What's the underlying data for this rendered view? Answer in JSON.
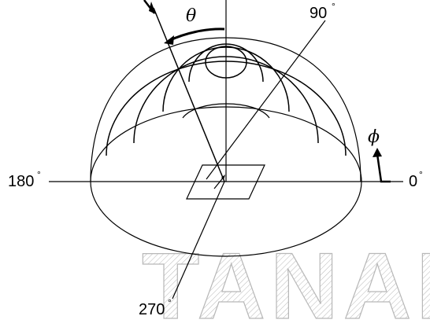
{
  "labels": {
    "deg_0": "0",
    "deg_90": "90",
    "deg_180": "180",
    "deg_270": "270",
    "theta": "θ",
    "phi": "ϕ",
    "degree_mark": "°"
  },
  "watermark": {
    "text": "TANABY"
  },
  "colors": {
    "stroke": "#000000",
    "background": "#ffffff",
    "watermark": "#b8b8b8"
  }
}
